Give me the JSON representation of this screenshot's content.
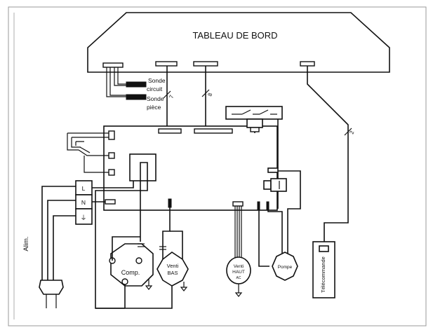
{
  "dashboard": {
    "title": "TABLEAU DE BORD"
  },
  "sensors": {
    "circuit": {
      "line1": "Sonde",
      "line2": "circuit"
    },
    "room": {
      "line1": "Sonde",
      "line2": "pièce"
    }
  },
  "wire_marks": {
    "harness_a": "7",
    "harness_b": "8",
    "remote_link": "2"
  },
  "terminals": {
    "line": "L",
    "neutral": "N",
    "earth": "⏚"
  },
  "supply": {
    "label": "Alim."
  },
  "components": {
    "compressor": "Comp.",
    "fan_low": {
      "line1": "Venti",
      "line2": "BAS"
    },
    "fan_high": {
      "line1": "Venti",
      "line2": "HAUT",
      "line3": "AC"
    },
    "pump": "Pompe",
    "remote": "Télécommande"
  }
}
